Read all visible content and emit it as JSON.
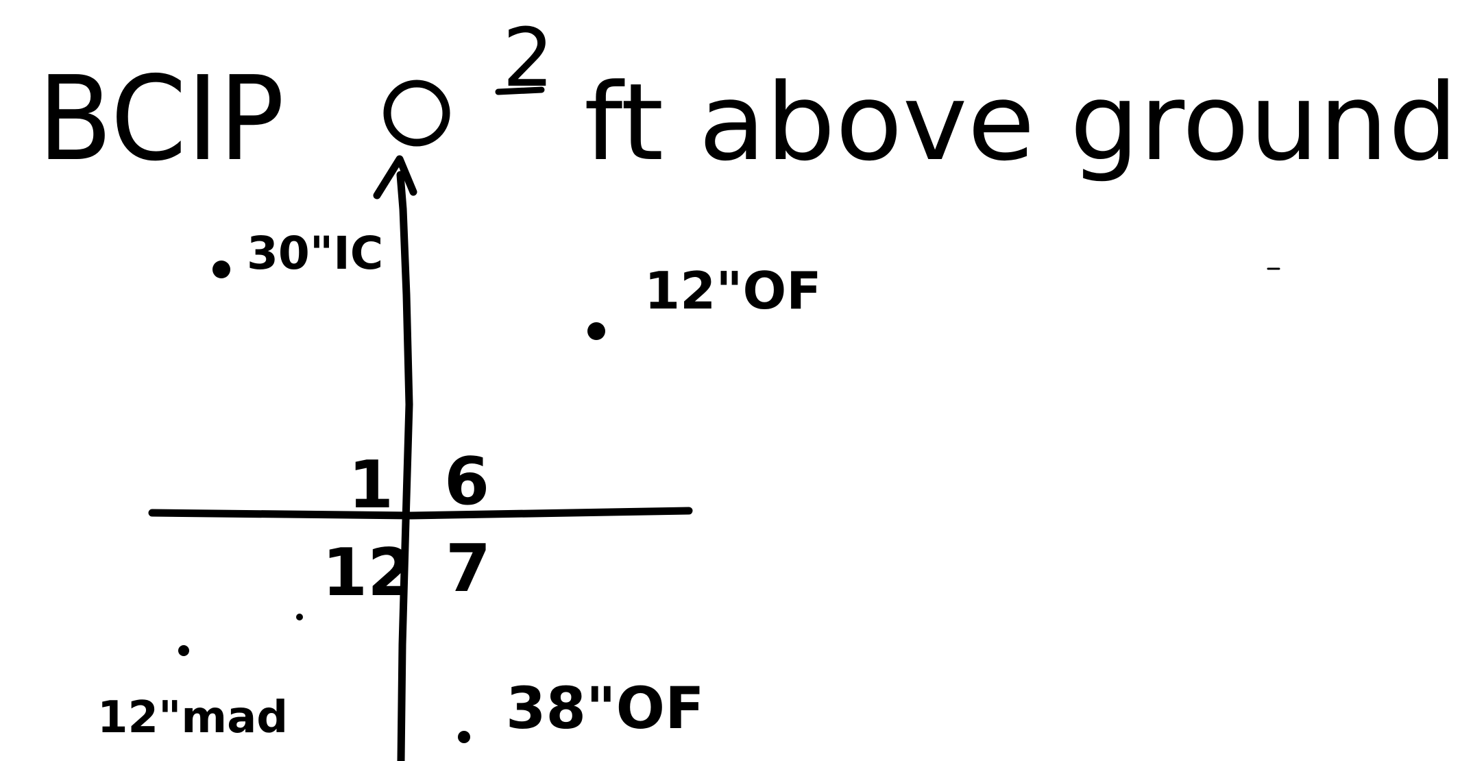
{
  "note": {
    "prefix": "BCIP",
    "superscript": "2",
    "suffix": "ft above ground"
  },
  "quadrants": {
    "top_left": "1",
    "top_right": "6",
    "bottom_left": "12",
    "bottom_right": "7"
  },
  "trees": [
    {
      "label": "30\"IC"
    },
    {
      "label": "12\"OF"
    },
    {
      "label": "12\"mad"
    },
    {
      "label": "38\"OF"
    }
  ]
}
